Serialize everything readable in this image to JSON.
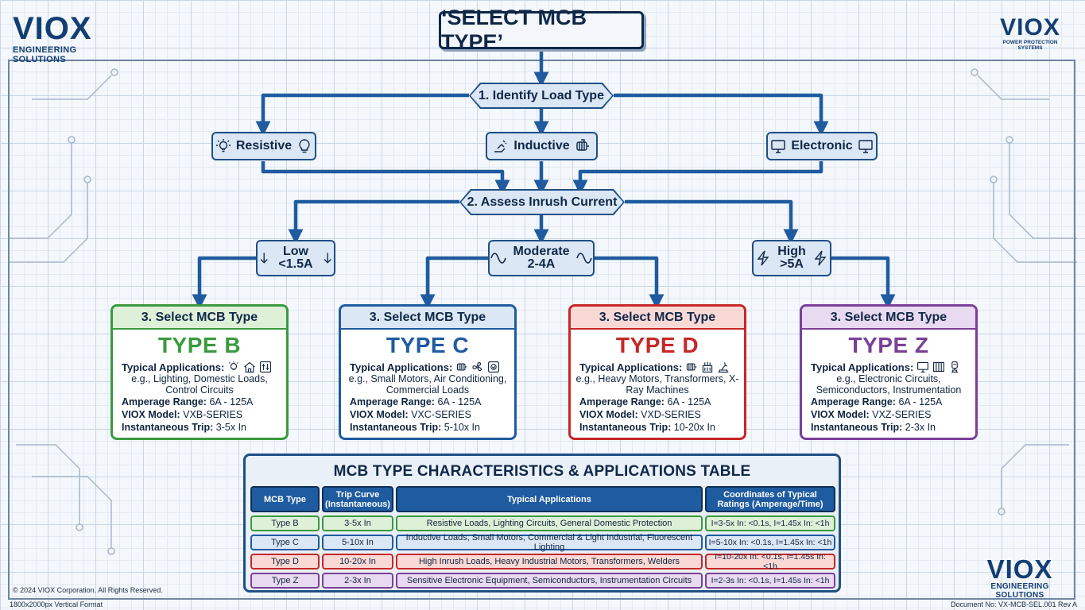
{
  "logos": {
    "top_left": {
      "name": "VIOX",
      "sub": "ENGINEERING SOLUTIONS"
    },
    "top_right": {
      "name": "VIOX",
      "sub": "POWER PROTECTION SYSTEMS"
    },
    "bottom_right": {
      "name": "VIOX",
      "sub": "ENGINEERING SOLUTIONS"
    }
  },
  "title": "‘SELECT MCB TYPE’",
  "step1": {
    "label": "1. Identify Load Type",
    "options": [
      {
        "label": "Resistive",
        "icon_left": "lightbulb-rays-icon",
        "icon_right": "lightbulb-icon"
      },
      {
        "label": "Inductive",
        "icon_left": "motor-hand-icon",
        "icon_right": "motor-icon"
      },
      {
        "label": "Electronic",
        "icon_left": "monitor-icon",
        "icon_right": "monitor-icon"
      }
    ]
  },
  "step2": {
    "label": "2. Assess Inrush Current",
    "options": [
      {
        "line1": "Low",
        "line2": "<1.5A",
        "icon": "arrow-down-icon"
      },
      {
        "line1": "Moderate",
        "line2": "2-4A",
        "icon": "sine-wave-icon"
      },
      {
        "line1": "High",
        "line2": ">5A",
        "icon": "lightning-icon"
      }
    ]
  },
  "cards": [
    {
      "header": "3. Select MCB Type",
      "type": "TYPE B",
      "apps_label": "Typical Applications:",
      "example": "e.g., Lighting, Domestic Loads, Control Circuits",
      "amp_label": "Amperage Range:",
      "amp": "6A - 125A",
      "model_label": "VIOX Model:",
      "model": "VXB-SERIES",
      "trip_label": "Instantaneous Trip:",
      "trip": "3-5x In",
      "color": "#3a9a3e",
      "light": "#dff0d8"
    },
    {
      "header": "3. Select MCB Type",
      "type": "TYPE C",
      "apps_label": "Typical Applications:",
      "example": "e.g., Small Motors, Air Conditioning, Commercial Loads",
      "amp_label": "Amperage Range:",
      "amp": "6A - 125A",
      "model_label": "VIOX Model:",
      "model": "VXC-SERIES",
      "trip_label": "Instantaneous Trip:",
      "trip": "5-10x In",
      "color": "#1f5ba0",
      "light": "#dbe7f4"
    },
    {
      "header": "3. Select MCB Type",
      "type": "TYPE D",
      "apps_label": "Typical Applications:",
      "example": "e.g., Heavy Motors, Transformers, X-Ray Machines",
      "amp_label": "Amperage Range:",
      "amp": "6A - 125A",
      "model_label": "VIOX Model:",
      "model": "VXD-SERIES",
      "trip_label": "Instantaneous Trip:",
      "trip": "10-20x In",
      "color": "#c62828",
      "light": "#f9d9d6"
    },
    {
      "header": "3. Select MCB Type",
      "type": "TYPE Z",
      "apps_label": "Typical Applications:",
      "example": "e.g., Electronic Circuits, Semiconductors, Instrumentation",
      "amp_label": "Amperage Range:",
      "amp": "6A - 125A",
      "model_label": "VIOX Model:",
      "model": "VXZ-SERIES",
      "trip_label": "Instantaneous Trip:",
      "trip": "2-3x In",
      "color": "#7b3f98",
      "light": "#e8daf0"
    }
  ],
  "table": {
    "title": "MCB TYPE CHARACTERISTICS & APPLICATIONS TABLE",
    "headers": [
      "MCB Type",
      "Trip Curve (Instantaneous)",
      "Typical Applications",
      "Coordinates of Typical Ratings (Amperage/Time)"
    ],
    "rows": [
      {
        "cells": [
          "Type B",
          "3-5x In",
          "Resistive Loads, Lighting Circuits, General Domestic Protection",
          "I=3-5x In: <0.1s, I=1.45x In: <1h"
        ],
        "fill": "#dff0d8",
        "border": "#3a9a3e"
      },
      {
        "cells": [
          "Type C",
          "5-10x In",
          "Inductive Loads, Small Motors, Commercial & Light Industrial, Fluorescent Lighting",
          "I=5-10x In: <0.1s, I=1.45x In: <1h"
        ],
        "fill": "#dbe7f4",
        "border": "#1f5ba0"
      },
      {
        "cells": [
          "Type D",
          "10-20x In",
          "High Inrush Loads, Heavy Industrial Motors, Transformers, Welders",
          "I=10-20x In: <0.1s, I=1.45s In: <1h"
        ],
        "fill": "#f9d9d6",
        "border": "#c62828"
      },
      {
        "cells": [
          "Type Z",
          "2-3x In",
          "Sensitive Electronic Equipment, Semiconductors, Instrumentation Circuits",
          "I=2-3s In: <0.1s, I=1.45s In: <1h"
        ],
        "fill": "#e8daf0",
        "border": "#7b3f98"
      }
    ]
  },
  "footer": {
    "copyright": "© 2024 VIOX Corporation. All Rights Reserved.",
    "format": "1800x2000px Vertical Format",
    "doc": "Document No: VX-MCB-SEL.001 Rev A"
  }
}
